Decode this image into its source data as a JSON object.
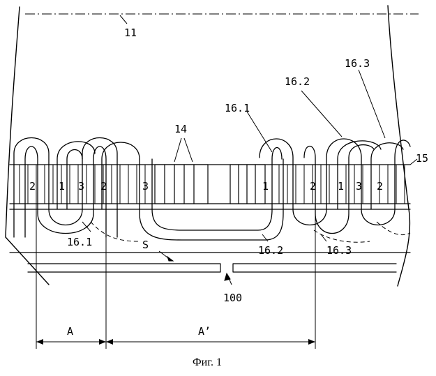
{
  "figure": {
    "caption": "Фиг. 1",
    "labels": {
      "axis_11": "11",
      "ref_14": "14",
      "ref_15": "15",
      "wire_16_1_top": "16.1",
      "wire_16_2_top": "16.2",
      "wire_16_3_top": "16.3",
      "wire_16_1_bottom": "16.1",
      "wire_16_2_bottom": "16.2",
      "wire_16_3_bottom": "16.3",
      "gap_S": "S",
      "gap_100": "100",
      "dim_A": "A",
      "dim_A_prime": "A’",
      "slot_2a": "2",
      "slot_1a": "1",
      "slot_3a": "3",
      "slot_2b": "2",
      "slot_3b": "3",
      "slot_1b": "1",
      "slot_2c": "2",
      "slot_1c": "1",
      "slot_3c": "3",
      "slot_2d": "2"
    }
  }
}
